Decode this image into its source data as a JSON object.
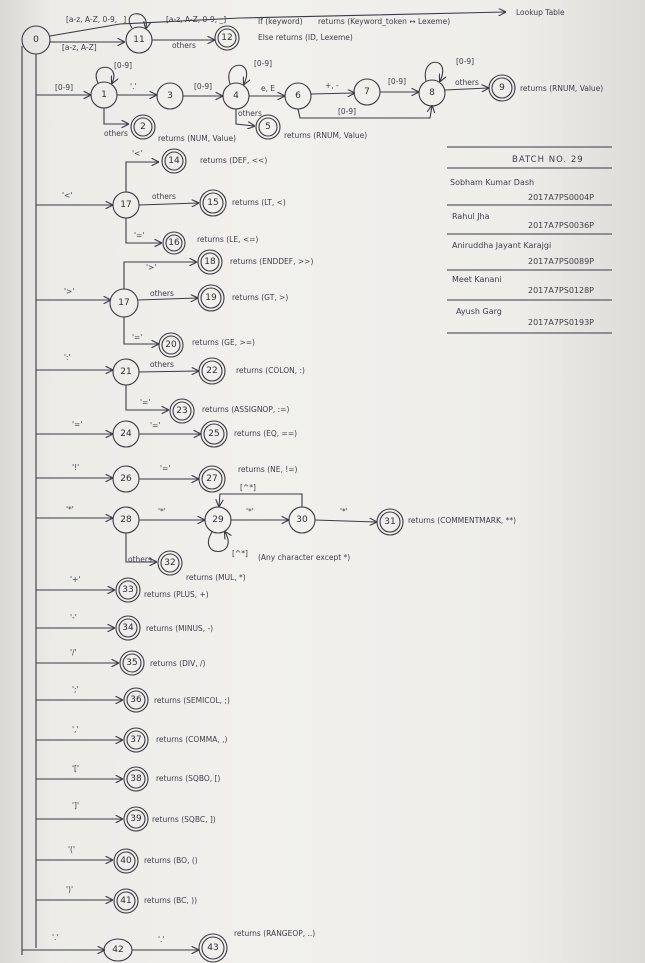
{
  "top_note": "Lookup Table",
  "start_state": "0",
  "states": {
    "s0": "0",
    "s1": "1",
    "s2": "2",
    "s3": "3",
    "s4": "4",
    "s5": "5",
    "s6": "6",
    "s7": "7",
    "s8": "8",
    "s9": "9",
    "s11": "11",
    "s12": "12",
    "s14": "14",
    "s15": "15",
    "s16": "16",
    "s17": "17",
    "s18": "18",
    "s19": "19",
    "s20": "20",
    "s21": "21",
    "s22": "22",
    "s23": "23",
    "s24": "24",
    "s25": "25",
    "s26": "26",
    "s27": "27",
    "s28": "28",
    "s29": "29",
    "s30": "30",
    "s31": "31",
    "s32": "32",
    "s33": "33",
    "s34": "34",
    "s35": "35",
    "s36": "36",
    "s37": "37",
    "s38": "38",
    "s39": "39",
    "s40": "40",
    "s41": "41",
    "s42": "42",
    "s43": "43"
  },
  "edges": {
    "to11": "[a-z, A-Z]",
    "loop11": "[a-z, A-Z, 0-9, _]",
    "to12_top": "[a-z, A-Z, 0-9, _]",
    "to12_others": "others",
    "to1": "[0-9]",
    "loop1": "[0-9]",
    "to3": "'.'",
    "to2_others": "others",
    "to4": "[0-9]",
    "loop4": "[0-9]",
    "to5_others": "others",
    "to6": "e, E",
    "to7": "+, -",
    "to8": "[0-9]",
    "loop8": "[0-9]",
    "to9_others": "others",
    "skip6to8": "[0-9]",
    "lt": "'<'",
    "le": "'='",
    "def": "'<'",
    "enddef": "'>'",
    "lt_others": "others",
    "gt": "'>'",
    "ge": "'='",
    "gt_others": "others",
    "colon": "':'",
    "assign": "'='",
    "colon_others": "others",
    "eq1": "'='",
    "eq2": "'='",
    "ne1": "'!'",
    "ne2": "'='",
    "star": "'*'",
    "star2": "'*'",
    "star3": "'*'",
    "star4": "'*'",
    "not_star_loop": "[^*]",
    "not_star_back": "[^*]",
    "any_char_note": "(Any character except *)",
    "mul_others": "others",
    "plus": "'+'",
    "minus": "'-'",
    "div": "'/'",
    "semicol": "';'",
    "comma": "','",
    "sqbo": "'['",
    "sqbc": "']'",
    "bo": "'('",
    "bc": "')'",
    "dot1": "'.'",
    "dot2": "'.'"
  },
  "returns": {
    "r12a": "returns (Keyword_token ↔ Lexeme)",
    "r12b": "Else  returns (ID, Lexeme)",
    "r12_if": "If (keyword)",
    "r2": "returns (NUM, Value)",
    "r5": "returns (RNUM, Value)",
    "r9": "returns (RNUM, Value)",
    "r14": "returns (DEF, <<)",
    "r15": "returns (LT, <)",
    "r16": "returns (LE, <=)",
    "r18": "returns (ENDDEF, >>)",
    "r19": "returns (GT, >)",
    "r20": "returns (GE, >=)",
    "r22": "returns (COLON, :)",
    "r23": "returns (ASSIGNOP, :=)",
    "r25": "returns (EQ, ==)",
    "r27": "returns (NE, !=)",
    "r31": "returns (COMMENTMARK, **)",
    "r32": "returns (MUL, *)",
    "r33": "returns (PLUS, +)",
    "r34": "returns (MINUS, -)",
    "r35": "returns (DIV, /)",
    "r36": "returns (SEMICOL, ;)",
    "r37": "returns (COMMA, ,)",
    "r38": "returns (SQBO, [)",
    "r39": "returns (SQBC, ])",
    "r40": "returns (BO, ()",
    "r41": "returns (BC, ))",
    "r43": "returns (RANGEOP, ..)"
  },
  "batch": {
    "title": "BATCH  NO.  29",
    "members": [
      {
        "name": "Sobham Kumar Dash",
        "id": "2017A7PS0004P"
      },
      {
        "name": "Rahul Jha",
        "id": "2017A7PS0036P"
      },
      {
        "name": "Aniruddha Jayant Karajgi",
        "id": "2017A7PS0089P"
      },
      {
        "name": "Meet Kanani",
        "id": "2017A7PS0128P"
      },
      {
        "name": "Ayush Garg",
        "id": "2017A7PS0193P"
      }
    ]
  }
}
